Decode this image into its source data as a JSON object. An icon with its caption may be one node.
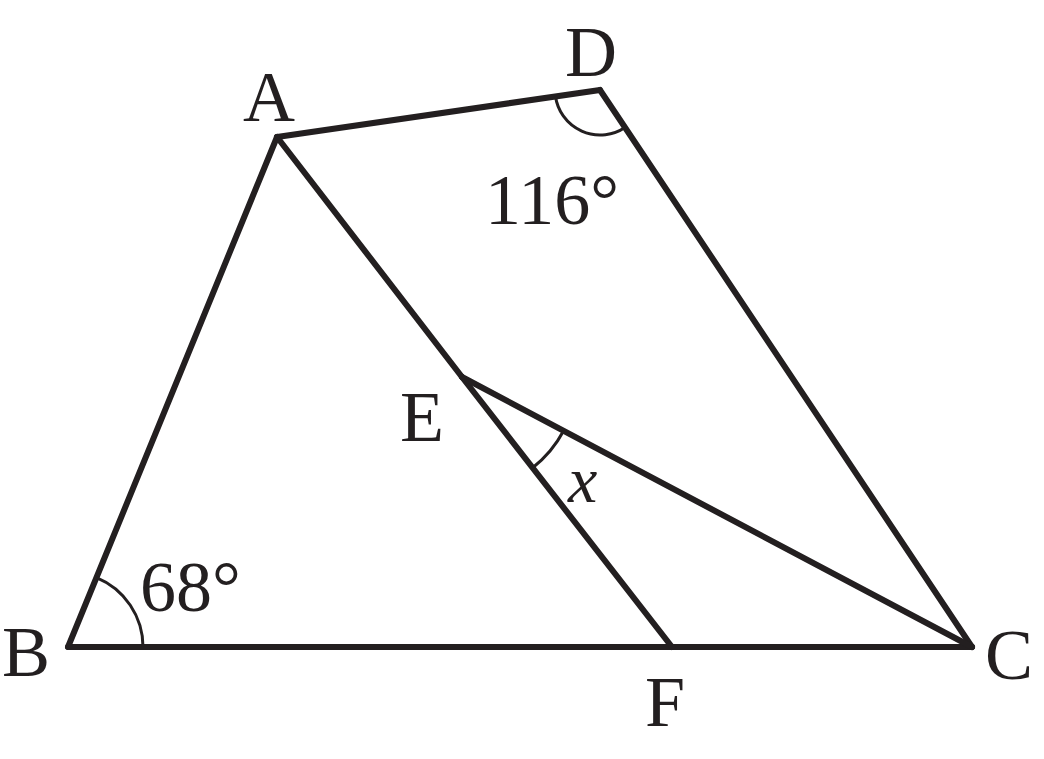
{
  "diagram": {
    "nodes": [
      {
        "text": [
          "A"
        ]
      },
      {
        "text": [
          "D"
        ]
      },
      {
        "text": [
          "E"
        ]
      },
      {
        "text": [
          "B"
        ]
      },
      {
        "text": [
          "C"
        ]
      },
      {
        "text": [
          "F"
        ]
      }
    ],
    "edges": [
      {
        "from": 0,
        "to": 1,
        "arrow": "none"
      },
      {
        "from": 1,
        "to": 4,
        "arrow": "none"
      },
      {
        "from": 0,
        "to": 3,
        "arrow": "none"
      },
      {
        "from": 3,
        "to": 5,
        "arrow": "none"
      },
      {
        "from": 5,
        "to": 4,
        "arrow": "none"
      },
      {
        "from": 0,
        "to": 2,
        "arrow": "none"
      },
      {
        "from": 2,
        "to": 5,
        "arrow": "none"
      },
      {
        "from": 2,
        "to": 4,
        "arrow": "none"
      }
    ],
    "labels": [
      "116°",
      "68°",
      "x"
    ]
  }
}
